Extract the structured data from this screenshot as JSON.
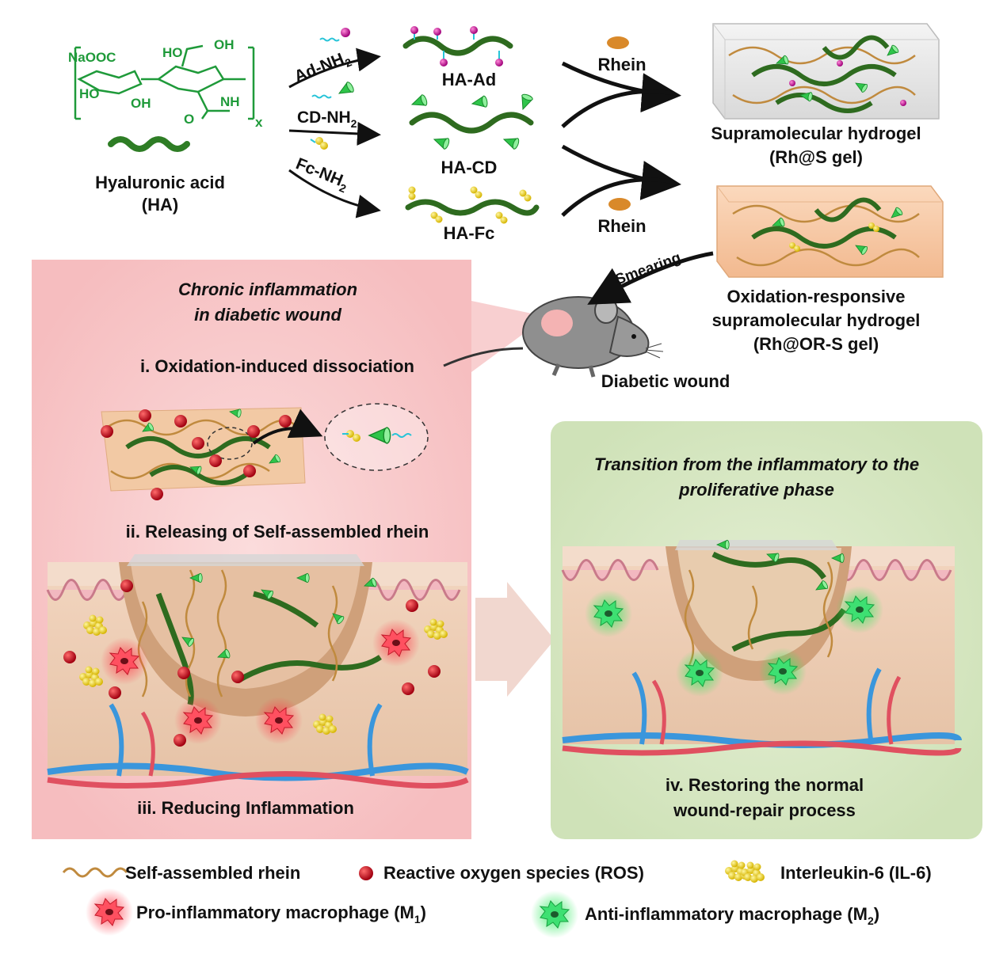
{
  "hyaluronic": {
    "name": "Hyaluronic acid",
    "abbr": "(HA)",
    "groups": {
      "naooc": "NaOOC",
      "ho1": "HO",
      "oh1": "OH",
      "ho2": "HO",
      "oh2": "OH",
      "nh": "NH",
      "o_carbonyl": "O",
      "x": "x"
    }
  },
  "reagents": {
    "ad": {
      "base": "Ad-NH",
      "sub": "2"
    },
    "cd": {
      "base": "CD-NH",
      "sub": "2"
    },
    "fc": {
      "base": "Fc-NH",
      "sub": "2"
    }
  },
  "products": {
    "ha_ad": "HA-Ad",
    "ha_cd": "HA-CD",
    "ha_fc": "HA-Fc"
  },
  "rhein": {
    "top": "Rhein",
    "bottom": "Rhein"
  },
  "gels": {
    "s_gel": {
      "line1": "Supramolecular hydrogel",
      "line2": "(Rh@S gel)"
    },
    "ors_gel": {
      "line1": "Oxidation-responsive",
      "line2": "supramolecular hydrogel",
      "line3": "(Rh@OR-S gel)"
    }
  },
  "smearing": "Smearing",
  "mouse_label": "Diabetic wound",
  "left_panel": {
    "title_line1": "Chronic inflammation",
    "title_line2": "in diabetic wound",
    "step1": "i. Oxidation-induced dissociation",
    "step2": "ii. Releasing of Self-assembled rhein",
    "step3": "iii. Reducing Inflammation"
  },
  "right_panel": {
    "title_line1": "Transition from the inflammatory to the",
    "title_line2": "proliferative phase",
    "step4_line1": "iv. Restoring the normal",
    "step4_line2": "wound-repair process"
  },
  "legend": {
    "rhein": "Self-assembled rhein",
    "ros": "Reactive oxygen species (ROS)",
    "il6": "Interleukin-6 (IL-6)",
    "m1": {
      "text": "Pro-inflammatory macrophage (M",
      "sub": "1",
      "close": ")"
    },
    "m2": {
      "text": "Anti-inflammatory macrophage (M",
      "sub": "2",
      "close": ")"
    }
  },
  "colors": {
    "chem_green": "#1f9a3a",
    "chain_green": "#2e6b1f",
    "cone_green": "#2fc44a",
    "ros_red": "#c8141e",
    "il6_yellow": "#f5df1f",
    "m1_red": "#ff4d5a",
    "m2_green": "#38e06a",
    "rhein_tan": "#c08a3e",
    "left_panel_pink": "#f7c6c8",
    "right_panel_green": "#d5e6c1"
  }
}
